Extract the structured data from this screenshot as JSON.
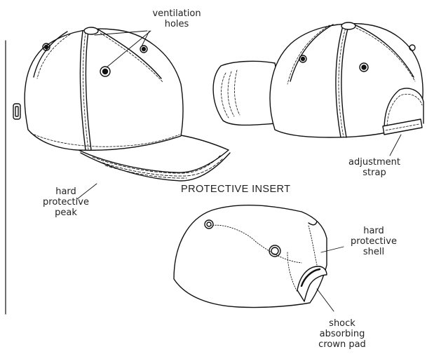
{
  "labels": {
    "ventilation_holes": [
      "ventilation",
      "holes"
    ],
    "adjustment_strap": [
      "adjustment",
      "strap"
    ],
    "hard_protective_peak": [
      "hard",
      "protective",
      "peak"
    ],
    "hard_protective_shell": [
      "hard",
      "protective",
      "shell"
    ],
    "shock_absorbing_crown_pad": [
      "shock",
      "absorbing",
      "crown pad"
    ]
  },
  "section_heading": "PROTECTIVE INSERT"
}
